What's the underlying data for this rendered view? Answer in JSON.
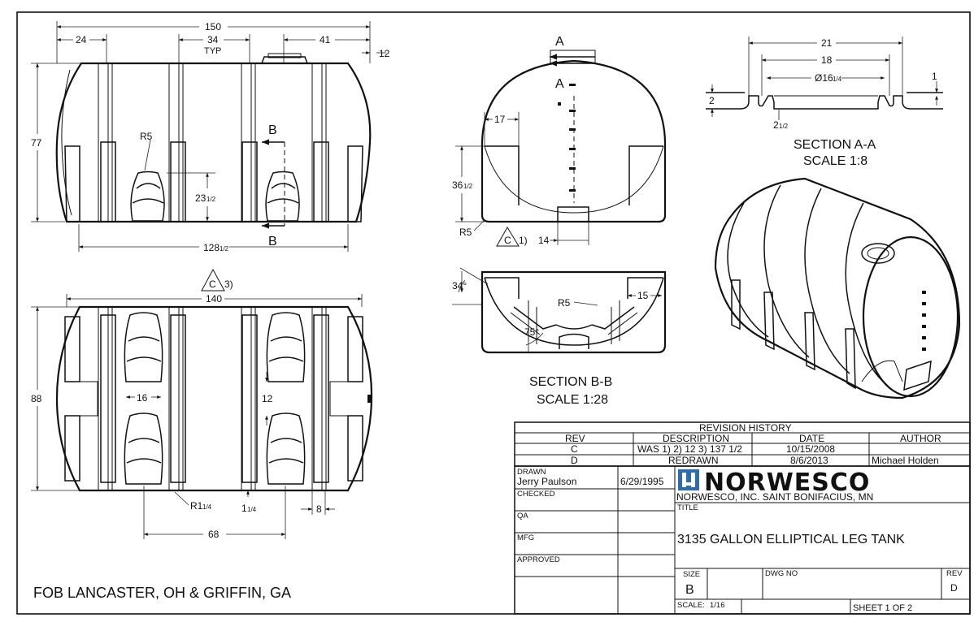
{
  "side_view": {
    "dim_overall": "150",
    "dim_end": "24",
    "dim_pitch": "34",
    "dim_typ": "TYP",
    "dim_right": "41",
    "dim_12": "12",
    "dim_height": "77",
    "dim_r5": "R5",
    "dim_23": "23",
    "dim_23_frac": "1/2",
    "dim_128": "128",
    "dim_128_frac": "1/2",
    "section_b": "B"
  },
  "top_view": {
    "rev_tag": "C",
    "rev_note": "3)",
    "dim_140": "140",
    "dim_88": "88",
    "dim_16": "16",
    "dim_12": "12",
    "dim_r1": "R1",
    "dim_r1_frac": "1/4",
    "dim_1": "1",
    "dim_1_frac": "1/4",
    "dim_8": "8",
    "dim_68": "68"
  },
  "end_view": {
    "section_a": "A",
    "dim_17": "17",
    "dim_36": "36",
    "dim_36_frac": "1/2",
    "dim_r5": "R5",
    "rev_tag": "C",
    "rev_note": "1)",
    "dim_14": "14"
  },
  "section_aa": {
    "dim_21": "21",
    "dim_18": "18",
    "dim_dia": "Ø16",
    "dim_dia_frac": "1/4",
    "dim_1": "1",
    "dim_2": "2",
    "dim_2b": "2",
    "dim_2b_frac": "1/2",
    "title": "SECTION A-A",
    "scale": "SCALE 1:8"
  },
  "section_bb": {
    "dim_34": "34°",
    "dim_r5": "R5",
    "dim_15": "15",
    "dim_75": "75°",
    "title": "SECTION B-B",
    "scale": "SCALE 1:28"
  },
  "fob_note": "FOB LANCASTER, OH  &  GRIFFIN, GA",
  "revision_history": {
    "title": "REVISION HISTORY",
    "headers": [
      "REV",
      "DESCRIPTION",
      "DATE",
      "AUTHOR"
    ],
    "rows": [
      [
        "C",
        "WAS 1) 2) 12  3) 137 1/2",
        "10/15/2008",
        ""
      ],
      [
        "D",
        "REDRAWN",
        "8/6/2013",
        "Michael Holden"
      ]
    ]
  },
  "title_block": {
    "drawn_label": "DRAWN",
    "drawn_by": "Jerry Paulson",
    "drawn_date": "6/29/1995",
    "checked_label": "CHECKED",
    "qa_label": "QA",
    "mfg_label": "MFG",
    "approved_label": "APPROVED",
    "logo_text": "NORWESCO",
    "company": "NORWESCO, INC.  SAINT BONIFACIUS, MN",
    "title_label": "TITLE",
    "title": "3135 GALLON ELLIPTICAL LEG TANK",
    "size_label": "SIZE",
    "size": "B",
    "dwg_label": "DWG NO",
    "rev_label": "REV",
    "rev": "D",
    "scale_label": "SCALE:",
    "scale": "1/16",
    "sheet": "SHEET 1  OF 2"
  }
}
